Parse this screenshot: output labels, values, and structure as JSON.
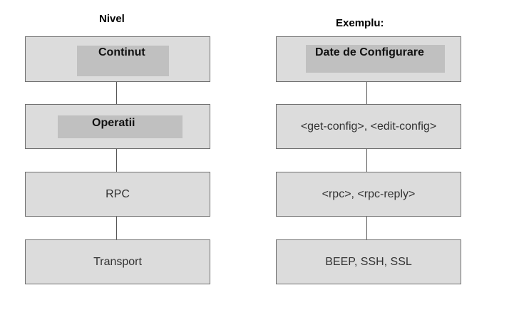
{
  "headers": {
    "left": "Nivel",
    "right": "Exemplu:"
  },
  "left": [
    "Continut",
    "Operatii",
    "RPC",
    "Transport"
  ],
  "right": [
    "Date de Configurare",
    "<get-config>, <edit-config>",
    "<rpc>, <rpc-reply>",
    "BEEP, SSH, SSL"
  ],
  "colors": {
    "box": "#dcdcdc",
    "highlight": "#c0c0c0",
    "border": "#707070"
  }
}
